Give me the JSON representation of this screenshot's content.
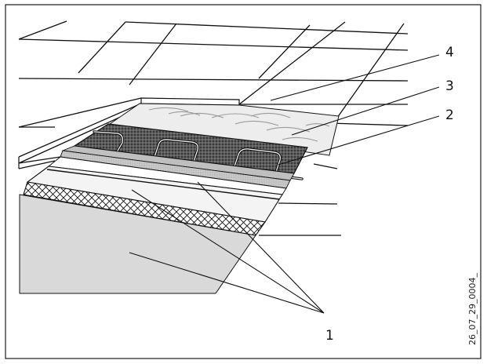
{
  "figure": {
    "callouts": {
      "c1": "1",
      "c2": "2",
      "c3": "3",
      "c4": "4"
    },
    "reference_code": "26_07_29_0004_"
  },
  "colors": {
    "frame": "#1a1a1a",
    "line": "#111111",
    "screed": "#d9d9d9",
    "insulation_light": "#f2f2f2",
    "mesh_dark": "#2a2a2a",
    "adhesive": "#d0d0d0"
  }
}
